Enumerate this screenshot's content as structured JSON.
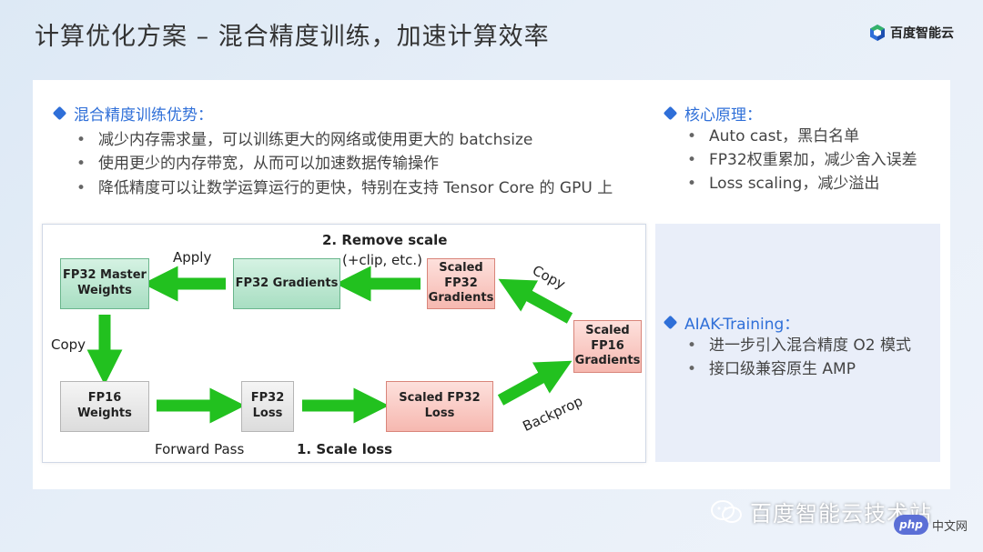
{
  "header": {
    "title": "计算优化方案 – 混合精度训练，加速计算效率",
    "logo_text": "百度智能云",
    "logo_icon": "cube-logo-icon"
  },
  "advantages": {
    "title": "混合精度训练优势：",
    "items": [
      "减少内存需求量，可以训练更大的网络或使用更大的 batchsize",
      "使用更少的内存带宽，从而可以加速数据传输操作",
      "降低精度可以让数学运算运行的更快，特别在支持 Tensor Core 的 GPU 上"
    ]
  },
  "principles": {
    "title": "核心原理：",
    "items": [
      "Auto cast，黑白名单",
      "FP32权重累加，减少舍入误差",
      "Loss scaling，减少溢出"
    ]
  },
  "aiak": {
    "title": "AIAK-Training：",
    "items": [
      "进一步引入混合精度 O2 模式",
      "接口级兼容原生 AMP"
    ]
  },
  "diagram": {
    "nodes": {
      "fp32_master": "FP32 Master\nWeights",
      "fp32_gradients": "FP32 Gradients",
      "scaled_fp32_gradients": "Scaled\nFP32\nGradients",
      "scaled_fp16_gradients": "Scaled\nFP16\nGradients",
      "fp16_weights": "FP16\nWeights",
      "fp32_loss": "FP32\nLoss",
      "scaled_fp32_loss": "Scaled FP32\nLoss"
    },
    "labels": {
      "apply": "Apply",
      "remove_scale": "2. Remove scale",
      "clip": "(+clip, etc.)",
      "copy_left": "Copy",
      "copy_right": "Copy",
      "backprop": "Backprop",
      "forward_pass": "Forward Pass",
      "scale_loss": "1. Scale loss"
    },
    "colors": {
      "arrow": "#22c11f",
      "green_node": "#a8dec2",
      "gray_node": "#dcdcdc",
      "red_node": "#f6b8b0"
    }
  },
  "watermark": {
    "text": "百度智能云技术站",
    "icon": "wechat-icon",
    "badge": "php",
    "site": "中文网"
  }
}
